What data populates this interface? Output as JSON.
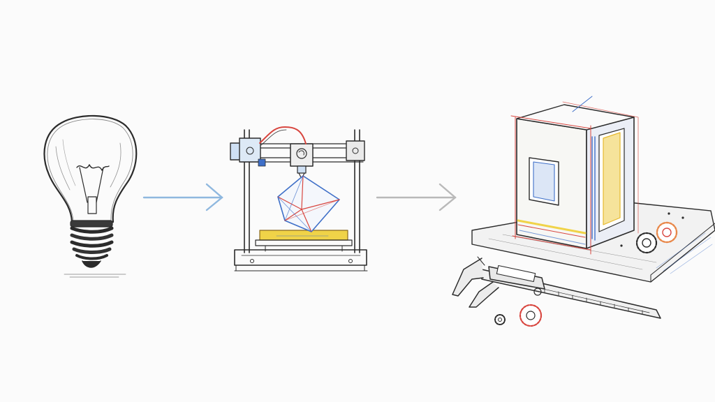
{
  "scene": {
    "background_color": "#fbfbfb",
    "sketch_ink_color": "#2b2b2b",
    "accent_colors": {
      "arrow_1": "#8fb8df",
      "arrow_2": "#b9b9b9",
      "red_pencil": "#d8463f",
      "blue_pencil": "#3e6fc8",
      "yellow_pencil": "#f0d348",
      "orange_pencil": "#e8884a"
    },
    "stages": [
      {
        "name": "idea",
        "icon": "light-bulb-icon"
      },
      {
        "name": "3d-printing",
        "icon": "3d-printer-icon"
      },
      {
        "name": "finished-part",
        "icon": "printed-box-icon"
      }
    ],
    "tools": [
      {
        "icon": "caliper-icon"
      },
      {
        "icon": "gear-icon"
      }
    ]
  }
}
